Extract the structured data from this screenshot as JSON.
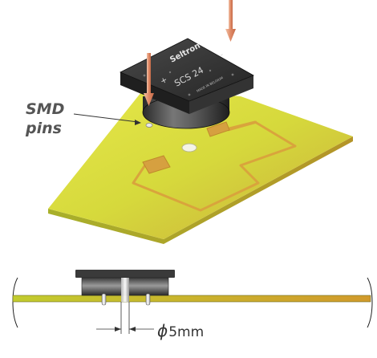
{
  "callout": {
    "line1": "SMD",
    "line2": "pins"
  },
  "sensor": {
    "brand": "Seltron",
    "model": "SCS 24",
    "polarity_plus": "+",
    "polarity_minus": "-",
    "origin": "MADE IN BELGIUM"
  },
  "dimension": {
    "symbol": "ϕ",
    "value": "5mm"
  },
  "colors": {
    "pcb_light": "#d8e23a",
    "pcb_dark": "#c7a838",
    "trace": "#d9a43c",
    "sensor_body": "#2e2e2e",
    "arrow": "#e5a080"
  }
}
